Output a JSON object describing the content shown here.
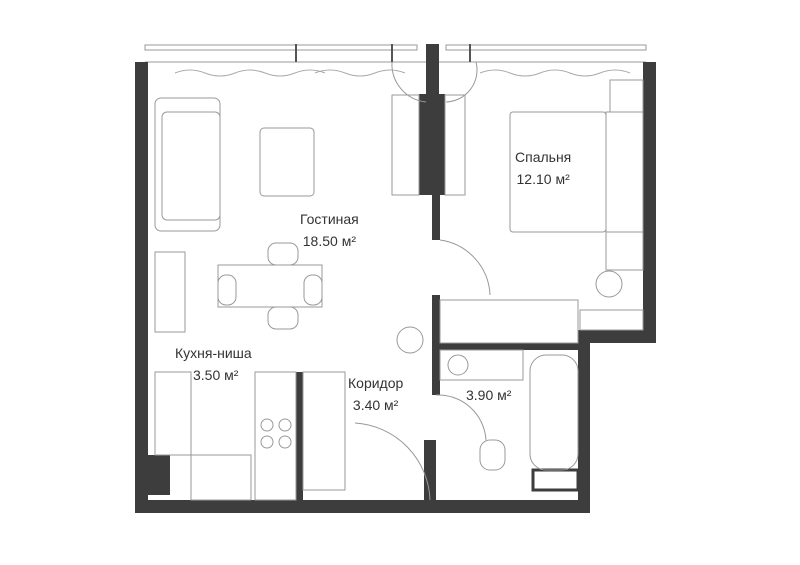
{
  "colors": {
    "wall": "#3d3d3d",
    "line": "#9a9a9a"
  },
  "rooms": [
    {
      "name": "Гостиная",
      "area": "18.50 м²"
    },
    {
      "name": "Спальня",
      "area": "12.10 м²"
    },
    {
      "name": "Кухня-ниша",
      "area": "3.50 м²"
    },
    {
      "name": "Коридор",
      "area": "3.40 м²"
    },
    {
      "name": "",
      "area": "3.90 м²"
    }
  ]
}
